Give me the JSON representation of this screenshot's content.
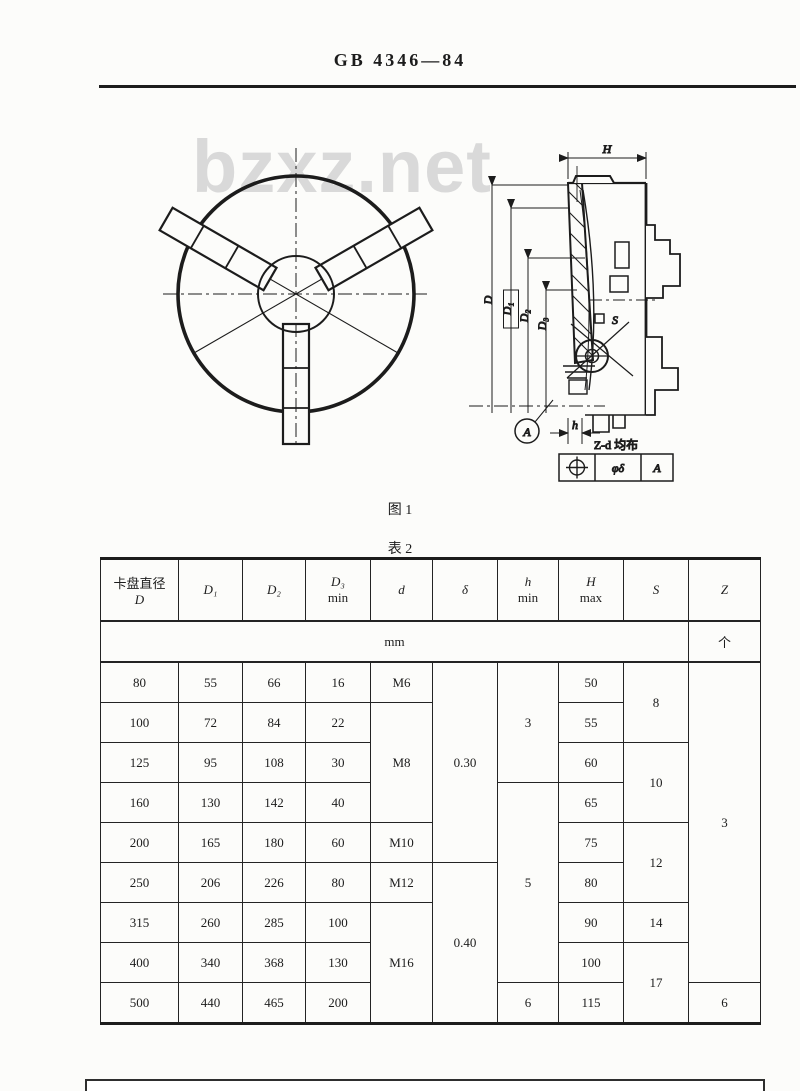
{
  "header": {
    "standard_no": "GB 4346—84"
  },
  "watermark": {
    "text": "bzxz.net"
  },
  "figure": {
    "caption": "图 1"
  },
  "drawing_labels": {
    "H": "H",
    "D": "D",
    "D1": "D₁",
    "D2": "D₂",
    "D3": "D₃",
    "S": "S",
    "h": "h",
    "datum": "A",
    "pattern_note": "Z-d 均布",
    "fcf_tolerance": "φδ",
    "fcf_datum": "A"
  },
  "table": {
    "caption": "表 2",
    "header_cells": [
      {
        "lines": [
          "卡盘直径",
          "D"
        ]
      },
      {
        "lines": [
          "D₁"
        ]
      },
      {
        "lines": [
          "D₂"
        ]
      },
      {
        "lines": [
          "D₃",
          "min"
        ]
      },
      {
        "lines": [
          "d"
        ]
      },
      {
        "lines": [
          "δ"
        ]
      },
      {
        "lines": [
          "h",
          "min"
        ]
      },
      {
        "lines": [
          "H",
          "max"
        ]
      },
      {
        "lines": [
          "S"
        ]
      },
      {
        "lines": [
          "Z"
        ]
      }
    ],
    "unit_row": {
      "mm": "mm",
      "piece": "个"
    },
    "rows": [
      [
        {
          "t": "80"
        },
        {
          "t": "55"
        },
        {
          "t": "66"
        },
        {
          "t": "16"
        },
        {
          "t": "M6"
        },
        {
          "t": "0.30",
          "rs": 5
        },
        {
          "t": "3",
          "rs": 3
        },
        {
          "t": "50"
        },
        {
          "t": "8",
          "rs": 2
        },
        {
          "t": "3",
          "rs": 8
        }
      ],
      [
        {
          "t": "100"
        },
        {
          "t": "72"
        },
        {
          "t": "84"
        },
        {
          "t": "22"
        },
        {
          "t": "M8",
          "rs": 3
        },
        {
          "t": "55"
        }
      ],
      [
        {
          "t": "125"
        },
        {
          "t": "95"
        },
        {
          "t": "108"
        },
        {
          "t": "30"
        },
        {
          "t": "60"
        },
        {
          "t": "10",
          "rs": 2
        }
      ],
      [
        {
          "t": "160"
        },
        {
          "t": "130"
        },
        {
          "t": "142"
        },
        {
          "t": "40"
        },
        {
          "t": "5",
          "rs": 5
        },
        {
          "t": "65"
        }
      ],
      [
        {
          "t": "200"
        },
        {
          "t": "165"
        },
        {
          "t": "180"
        },
        {
          "t": "60"
        },
        {
          "t": "M10"
        },
        {
          "t": "75"
        },
        {
          "t": "12",
          "rs": 2
        }
      ],
      [
        {
          "t": "250"
        },
        {
          "t": "206"
        },
        {
          "t": "226"
        },
        {
          "t": "80"
        },
        {
          "t": "M12"
        },
        {
          "t": "0.40",
          "rs": 4
        },
        {
          "t": "80"
        }
      ],
      [
        {
          "t": "315"
        },
        {
          "t": "260"
        },
        {
          "t": "285"
        },
        {
          "t": "100"
        },
        {
          "t": "M16",
          "rs": 3
        },
        {
          "t": "90"
        },
        {
          "t": "14"
        }
      ],
      [
        {
          "t": "400"
        },
        {
          "t": "340"
        },
        {
          "t": "368"
        },
        {
          "t": "130"
        },
        {
          "t": "100"
        },
        {
          "t": "17",
          "rs": 2
        }
      ],
      [
        {
          "t": "500"
        },
        {
          "t": "440"
        },
        {
          "t": "465"
        },
        {
          "t": "200"
        },
        {
          "t": "6"
        },
        {
          "t": "115"
        },
        {
          "t": "6"
        }
      ]
    ]
  },
  "colors": {
    "ink": "#1c1c1c",
    "watermark": "#d9d9d9",
    "paper": "#fcfcfa"
  }
}
